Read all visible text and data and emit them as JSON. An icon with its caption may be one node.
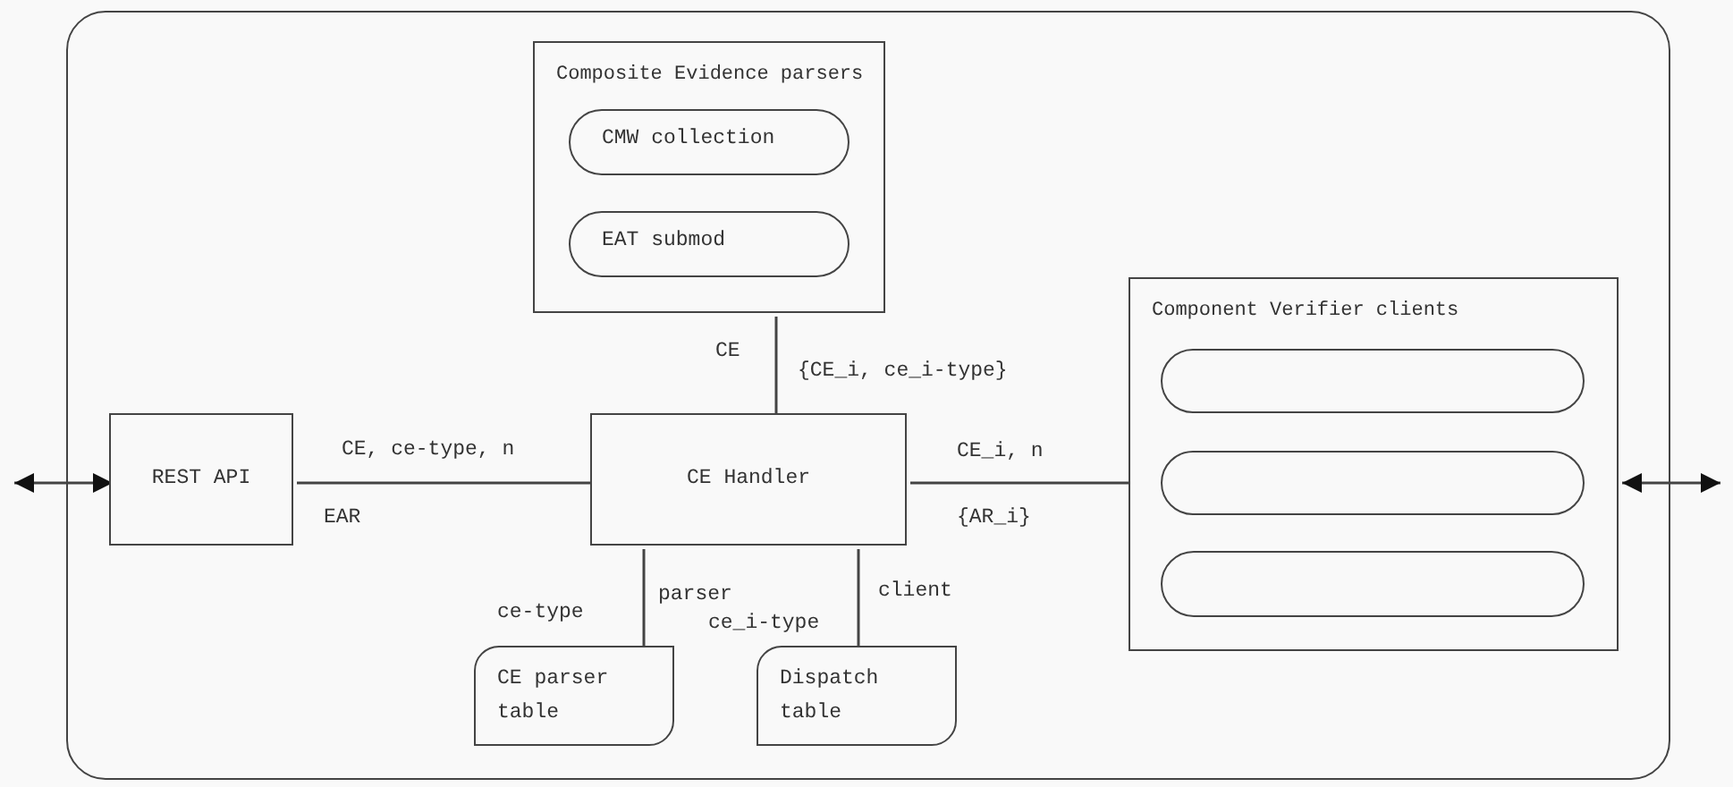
{
  "diagram": {
    "nodes": [
      {
        "text": [],
        "shape": "box"
      },
      {
        "text": [
          "Composite Evidence parsers"
        ],
        "in": 0
      },
      {
        "text": [
          "CMW collection"
        ],
        "in": 1
      },
      {
        "text": [
          "EAT submod"
        ],
        "in": 1
      },
      {
        "text": [
          "REST API"
        ],
        "in": 0
      },
      {
        "text": [
          "CE Handler"
        ],
        "in": 0
      },
      {
        "text": [
          "Component Verifier clients"
        ],
        "in": 0
      },
      {
        "text": [],
        "shape": "box",
        "in": 6
      },
      {
        "text": [],
        "shape": "box",
        "in": 6
      },
      {
        "text": [],
        "shape": "box",
        "in": 6
      },
      {
        "text": [
          "CE parser table"
        ],
        "in": 0
      },
      {
        "text": [
          "Dispatch table"
        ],
        "in": 0
      }
    ],
    "edges": [
      {
        "from": null,
        "to": 4,
        "arrow": "both"
      },
      {
        "from": 4,
        "to": 5,
        "arrow": "none",
        "label": "CE, ce-type, n"
      },
      {
        "from": 1,
        "to": 5,
        "arrow": "none",
        "label": "CE"
      },
      {
        "from": 5,
        "to": 6,
        "arrow": "none",
        "label": "CE_i, n"
      },
      {
        "from": 5,
        "to": 10,
        "arrow": "none",
        "label": "ce-type"
      },
      {
        "from": 5,
        "to": 11,
        "arrow": "none",
        "label": "client"
      },
      {
        "from": 6,
        "to": null,
        "arrow": "both"
      }
    ],
    "labels": [
      "EAR",
      "{CE_i, ce_i-type}",
      "{AR_i}",
      "parser",
      "ce_i-type"
    ]
  }
}
